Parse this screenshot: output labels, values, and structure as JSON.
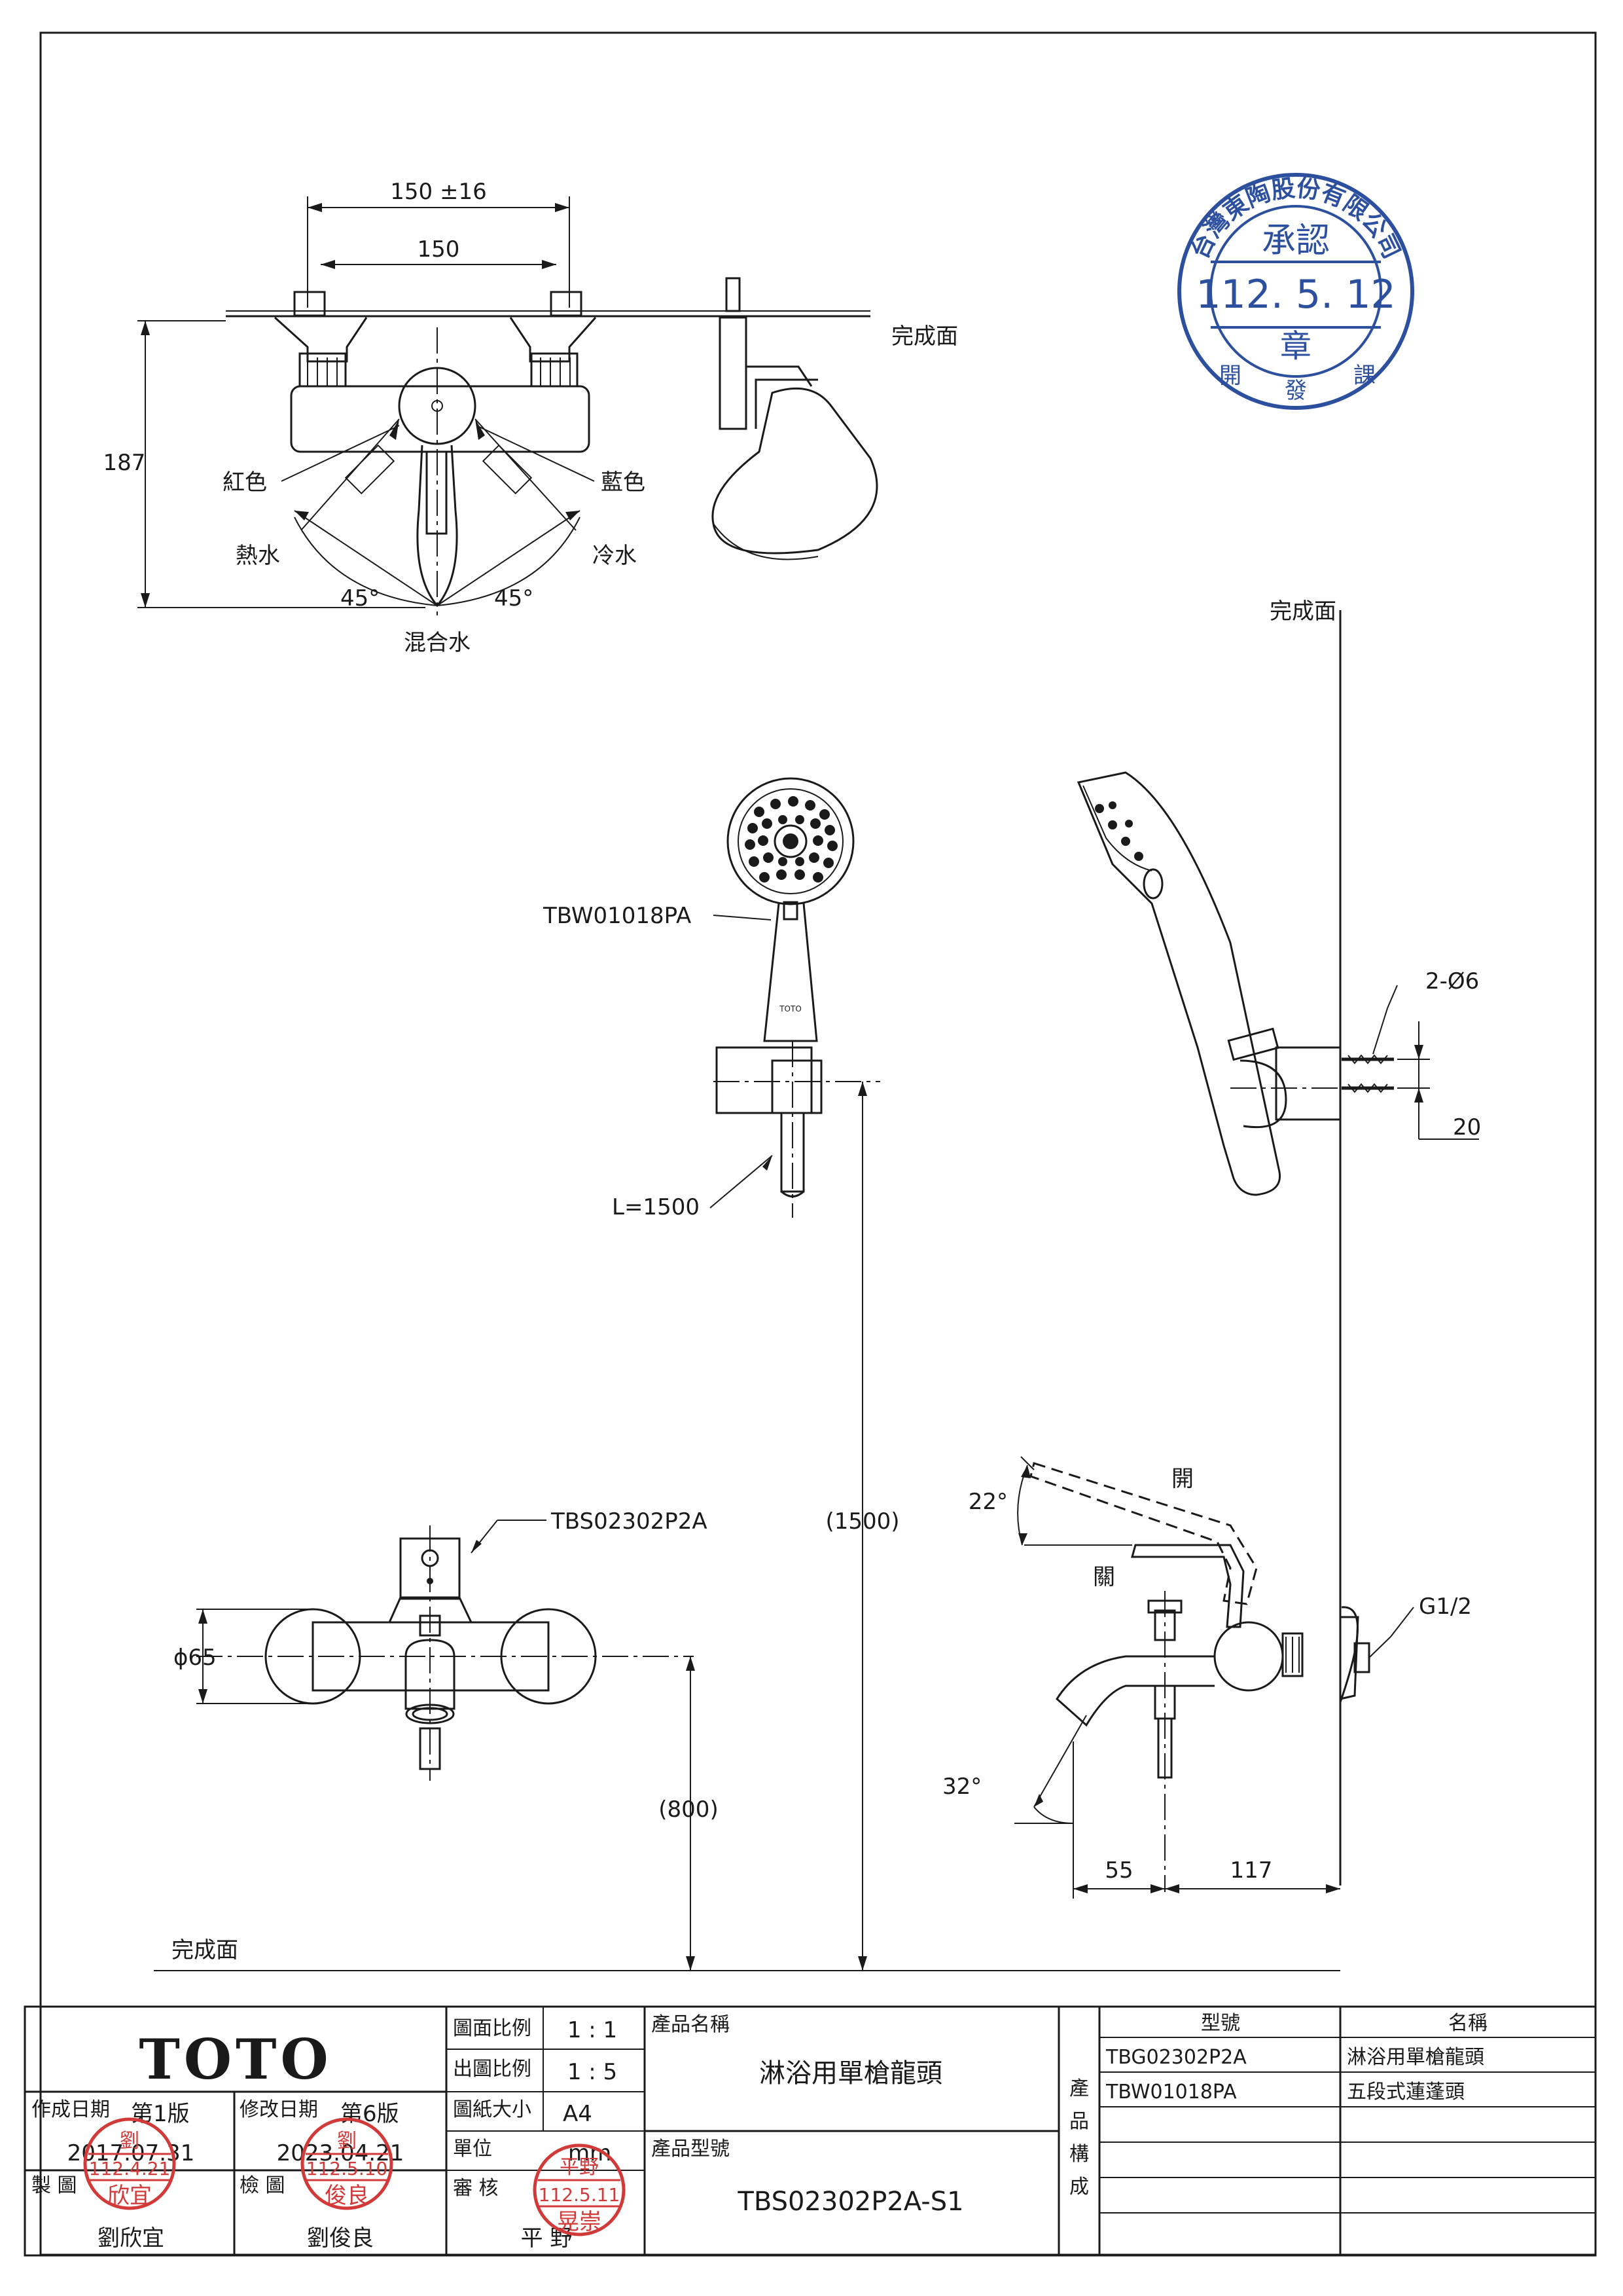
{
  "drawing": {
    "top_view": {
      "dim_overall": "150 ±16",
      "dim_center": "150",
      "height": "187",
      "finish_surface": "完成面",
      "red": "紅色",
      "blue": "藍色",
      "hot": "熱水",
      "cold": "冷水",
      "angle_left": "45°",
      "angle_right": "45°",
      "mixed": "混合水"
    },
    "hand_shower": {
      "model": "TBW01018PA",
      "hose": "L=1500",
      "logo": "TOTO",
      "finish_surface": "完成面",
      "screw": "2-Ø6",
      "screw_spacing": "20"
    },
    "front_view": {
      "model": "TBS02302P2A",
      "diameter": "ϕ65",
      "height_1500": "(1500)",
      "height_800": "(800)",
      "finish_surface": "完成面"
    },
    "side_view": {
      "open": "開",
      "close": "關",
      "angle_lever": "22°",
      "angle_spout": "32°",
      "dim_55": "55",
      "dim_117": "117",
      "thread": "G1/2"
    },
    "approval_stamp": {
      "company": "台灣東陶股份有限公司",
      "title": "承認",
      "date": "112. 5. 12",
      "seal": "章",
      "dept_left": "開",
      "dept_mid": "發",
      "dept_right": "課"
    }
  },
  "title_block": {
    "brand": "TOTO",
    "created_label": "作成日期",
    "edition_1": "第1版",
    "created_date": "2017.07.31",
    "revised_label": "修改日期",
    "edition_6": "第6版",
    "revised_date": "2023.04.21",
    "drawn_label": "製 圖",
    "drawn_by": "劉欣宜",
    "drawn_stamp_top": "劉",
    "drawn_stamp_date": "112.4.21",
    "drawn_stamp_name": "欣宜",
    "checked_label": "檢 圖",
    "checked_by": "劉俊良",
    "checked_stamp_top": "劉",
    "checked_stamp_date": "112.5.10",
    "checked_stamp_name": "俊良",
    "scale_label": "圖面比例",
    "scale_value": "1 : 1",
    "print_scale_label": "出圖比例",
    "print_scale_value": "1 : 5",
    "paper_label": "圖紙大小",
    "paper_value": "A4",
    "unit_label": "單位",
    "unit_value": "mm",
    "review_label": "審 核",
    "reviewer": "平 野",
    "review_stamp_top": "平野",
    "review_stamp_date": "112.5.11",
    "review_stamp_name": "晃崇",
    "product_name_label": "產品名稱",
    "product_name": "淋浴用單槍龍頭",
    "product_model_label": "產品型號",
    "product_model": "TBS02302P2A-S1",
    "composition_label": [
      "產",
      "品",
      "構",
      "成"
    ],
    "parts_header_model": "型號",
    "parts_header_name": "名稱",
    "parts": [
      {
        "model": "TBG02302P2A",
        "name": "淋浴用單槍龍頭"
      },
      {
        "model": "TBW01018PA",
        "name": "五段式蓮蓬頭"
      }
    ]
  }
}
